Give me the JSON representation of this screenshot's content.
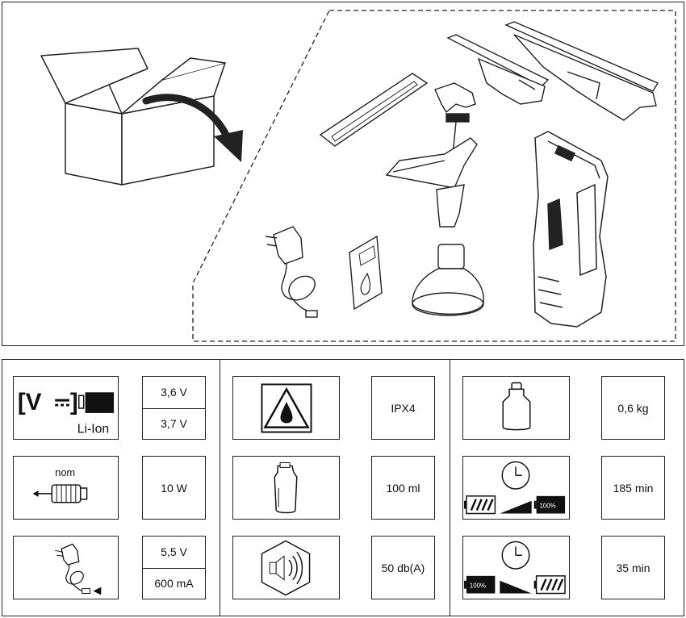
{
  "specs": {
    "battery": {
      "icon_label": "Li-Ion",
      "voltage_1": "3,6 V",
      "voltage_2": "3,7 V"
    },
    "motor": {
      "icon_label": "nom",
      "power": "10 W"
    },
    "charger": {
      "voltage": "5,5 V",
      "current": "600 mA"
    },
    "protection": {
      "rating": "IPX4"
    },
    "tank": {
      "volume": "100 ml"
    },
    "noise": {
      "level": "50 db(A)"
    },
    "weight": {
      "value": "0,6 kg"
    },
    "charging_time": {
      "value": "185 min",
      "battery_badge": "100%"
    },
    "run_time": {
      "value": "35 min",
      "battery_badge": "100%"
    }
  },
  "icons": {
    "scene": [
      "box-icon",
      "arrow-icon",
      "charger-icon",
      "manual-icon",
      "bottle-icon",
      "spray-nozzle-icon",
      "wiper-blade-icon",
      "handle-icon",
      "microfibre-cloth-icon",
      "device-icon"
    ],
    "table": [
      "li-ion-battery-icon",
      "motor-icon",
      "charger-icon",
      "water-drop-warning-icon",
      "tank-icon",
      "noise-icon",
      "weight-icon",
      "clock-icon",
      "battery-icon"
    ]
  }
}
